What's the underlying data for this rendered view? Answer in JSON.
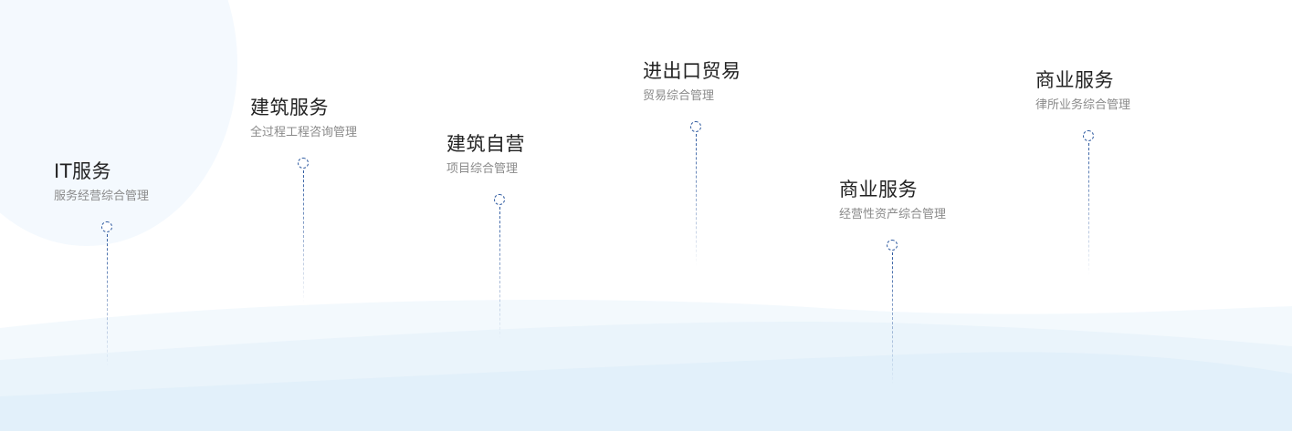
{
  "timeline": {
    "items": [
      {
        "title": "IT服务",
        "subtitle": "服务经营综合管理"
      },
      {
        "title": "建筑服务",
        "subtitle": "全过程工程咨询管理"
      },
      {
        "title": "建筑自营",
        "subtitle": "项目综合管理"
      },
      {
        "title": "进出口贸易",
        "subtitle": "贸易综合管理"
      },
      {
        "title": "商业服务",
        "subtitle": "经营性资产综合管理"
      },
      {
        "title": "商业服务",
        "subtitle": "律所业务综合管理"
      }
    ]
  },
  "colors": {
    "node": "#2e5aa0",
    "title": "#222222",
    "subtitle": "#8a8a8a",
    "wave_light": "#f0f7fd",
    "wave_dark": "#e3f0fa"
  },
  "icons": {
    "node": "dashed-circle-icon"
  }
}
